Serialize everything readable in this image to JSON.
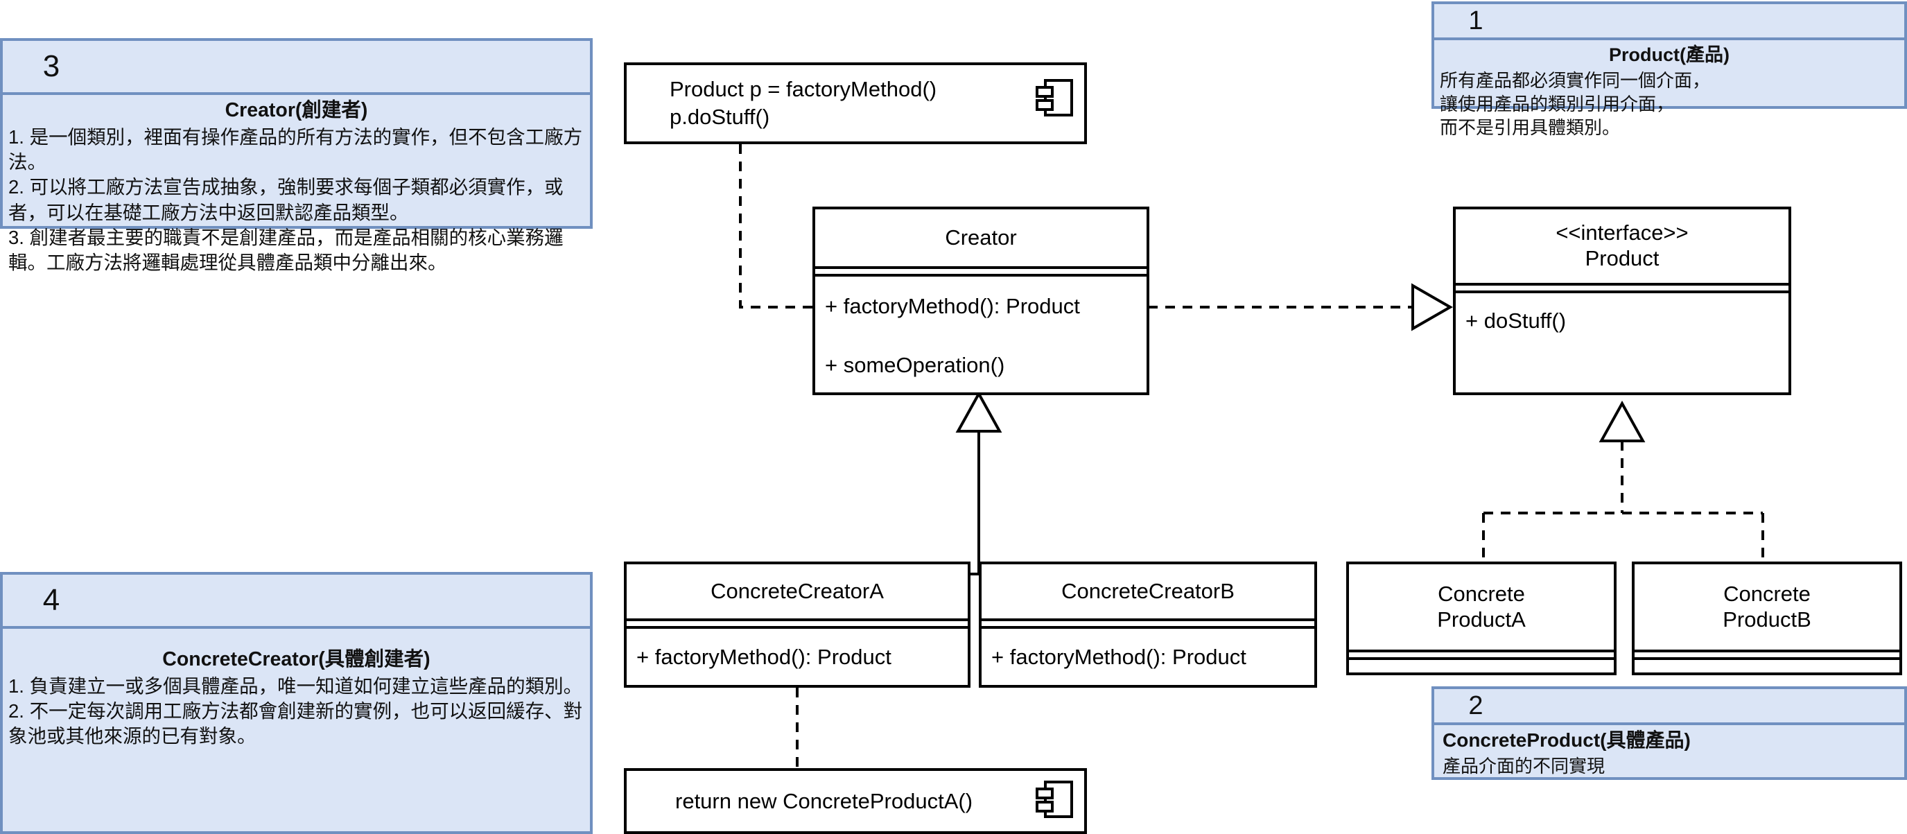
{
  "diagram": {
    "title": "Factory Method Pattern UML Class Diagram"
  },
  "panels": [
    {
      "number": "3",
      "title": "Creator(創建者)",
      "lines": [
        "1. 是一個類別，裡面有操作產品的所有方法的實作，但不包含工廠方法。",
        "2. 可以將工廠方法宣告成抽象，強制要求每個子類都必須實作，或者，可以在基礎工廠方法中返回默認產品類型。",
        "3. 創建者最主要的職責不是創建產品，而是產品相關的核心業務邏輯。工廠方法將邏輯處理從具體產品類中分離出來。"
      ]
    },
    {
      "number": "4",
      "title": "ConcreteCreator(具體創建者)",
      "lines": [
        "1. 負責建立一或多個具體產品，唯一知道如何建立這些產品的類別。",
        "2. 不一定每次調用工廠方法都會創建新的實例，也可以返回緩存、對象池或其他來源的已有對象。"
      ]
    },
    {
      "number": "1",
      "title": "Product(產品)",
      "lines": [
        "所有產品都必須實作同一個介面，",
        "讓使用產品的類別引用介面，",
        "而不是引用具體類別。"
      ]
    },
    {
      "number": "2",
      "title": "ConcreteProduct(具體產品)",
      "lines": [
        "產品介面的不同實現"
      ]
    }
  ],
  "notes": {
    "top": {
      "line1": "Product p = factoryMethod()",
      "line2": "p.doStuff()",
      "icon": "uml-component-icon"
    },
    "bottom": {
      "line1": "return new ConcreteProductA()",
      "icon": "uml-component-icon"
    }
  },
  "classes": {
    "creator": {
      "name": "Creator",
      "methods": [
        "+ factoryMethod(): Product",
        "+ someOperation()"
      ]
    },
    "product_interface": {
      "stereotype": "<<interface>>",
      "name": "Product",
      "methods": [
        "+ doStuff()"
      ]
    },
    "concrete_creator_a": {
      "name": "ConcreteCreatorA",
      "methods": [
        "+ factoryMethod(): Product"
      ]
    },
    "concrete_creator_b": {
      "name": "ConcreteCreatorB",
      "methods": [
        "+ factoryMethod(): Product"
      ]
    },
    "concrete_product_a": {
      "name_line1": "Concrete",
      "name_line2": "ProductA"
    },
    "concrete_product_b": {
      "name_line1": "Concrete",
      "name_line2": "ProductB"
    }
  },
  "colors": {
    "panel_fill": "#dbe5f6",
    "panel_border": "#7090c0",
    "line": "#000000",
    "box_fill": "#ffffff"
  }
}
